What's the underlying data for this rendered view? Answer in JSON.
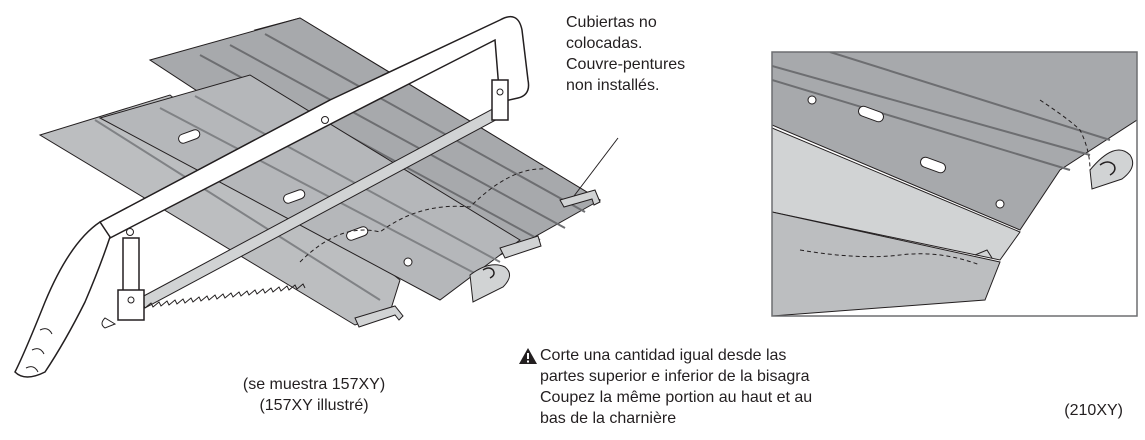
{
  "note_covers": {
    "lines": [
      "Cubiertas no",
      "colocadas.",
      "Couvre-pentures",
      "non installés."
    ]
  },
  "caption_left": {
    "lines": [
      "(se muestra 157XY)",
      "(157XY illustré)"
    ]
  },
  "caption_right": "(210XY)",
  "warning": {
    "lines": [
      "Corte una cantidad igual desde las",
      "partes superior e inferior de la bisagra",
      "Coupez la même portion au haut et au",
      "bas de la charnière"
    ],
    "icon": "warning-triangle-icon"
  },
  "colors": {
    "ink": "#231f20",
    "panel_gray": "#a7a9ac",
    "panel_light": "#d1d3d4",
    "panel_dark": "#808285",
    "box_border": "#6d6e71"
  }
}
